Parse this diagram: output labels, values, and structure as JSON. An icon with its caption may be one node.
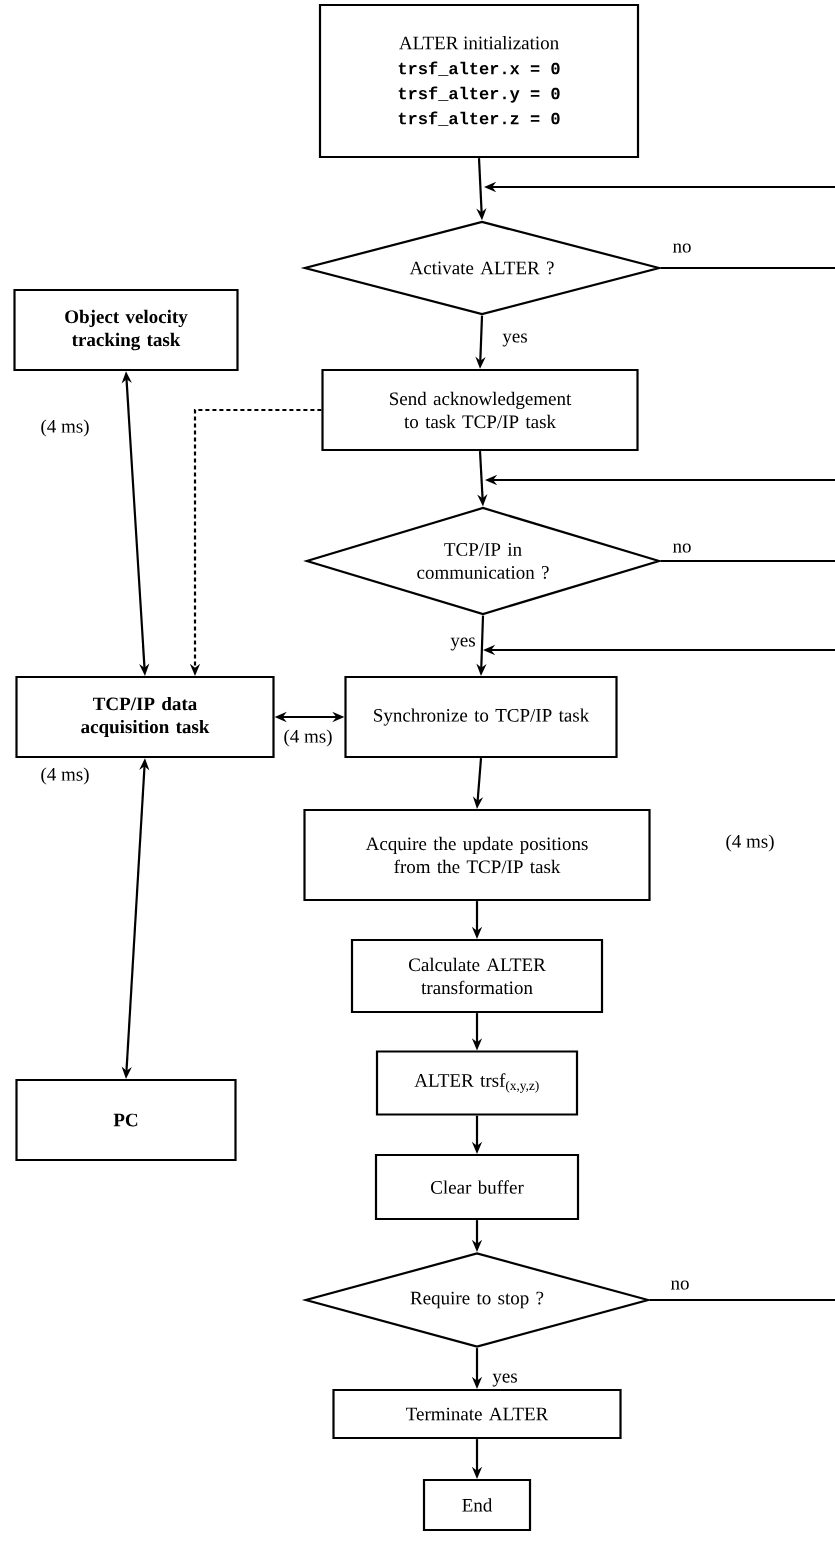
{
  "diagram": {
    "nodes": [
      {
        "text": [
          "ALTER initialization",
          "trsf_alter.x = 0",
          "trsf_alter.y = 0",
          "trsf_alter.z = 0"
        ]
      },
      {
        "text": [
          "Activate ALTER ?"
        ]
      },
      {
        "text": [
          "Object velocity tracking task"
        ]
      },
      {
        "text": [
          "Send acknowledgement to task TCP/IP task"
        ]
      },
      {
        "text": [
          "TCP/IP in communication ?"
        ]
      },
      {
        "text": [
          "TCP/IP data acquisition task"
        ]
      },
      {
        "text": [
          "Synchronize to TCP/IP task"
        ]
      },
      {
        "text": [
          "Acquire the update positions from the TCP/IP task"
        ]
      },
      {
        "text": [
          "Calculate ALTER transformation"
        ]
      },
      {
        "text": [
          "ALTER trsf$_{(x,y,z)}$"
        ]
      },
      {
        "text": [
          "PC"
        ]
      },
      {
        "text": [
          "Clear buffer"
        ]
      },
      {
        "text": [
          "Require to stop ?"
        ]
      },
      {
        "text": [
          "Terminate ALTER"
        ]
      },
      {
        "text": [
          "End"
        ]
      }
    ],
    "edges": [
      {
        "from": 0,
        "to": 1,
        "arrow": "to"
      },
      {
        "from": 1,
        "to": 3,
        "arrow": "to",
        "label": "yes"
      },
      {
        "from": 3,
        "to": 4,
        "arrow": "to"
      },
      {
        "from": 4,
        "to": 6,
        "arrow": "to",
        "label": "yes"
      },
      {
        "from": 6,
        "to": 7,
        "arrow": "to"
      },
      {
        "from": 7,
        "to": 8,
        "arrow": "to"
      },
      {
        "from": 8,
        "to": 9,
        "arrow": "to"
      },
      {
        "from": 9,
        "to": 11,
        "arrow": "to"
      },
      {
        "from": 11,
        "to": 12,
        "arrow": "to"
      },
      {
        "from": 12,
        "to": 13,
        "arrow": "to",
        "label": "yes"
      },
      {
        "from": 13,
        "to": 14,
        "arrow": "to"
      },
      {
        "from": 2,
        "to": 5,
        "arrow": "both",
        "label": "(4 ms)"
      },
      {
        "from": 3,
        "to": 5,
        "arrow": "to",
        "style": "dashed"
      },
      {
        "from": 5,
        "to": 6,
        "arrow": "both",
        "label": "(4 ms)"
      },
      {
        "from": 5,
        "to": 10,
        "arrow": "both",
        "label": "(4 ms)"
      },
      {
        "from": 1,
        "to": null,
        "arrow": "none",
        "label": "no"
      },
      {
        "from": 4,
        "to": null,
        "arrow": "none",
        "label": "no"
      },
      {
        "from": 12,
        "to": null,
        "arrow": "none",
        "label": "no"
      },
      {
        "from": null,
        "to": 1,
        "arrow": "to"
      },
      {
        "from": null,
        "to": 4,
        "arrow": "to"
      },
      {
        "from": null,
        "to": 6,
        "arrow": "to"
      }
    ],
    "labels": [
      "(4 ms)"
    ]
  }
}
